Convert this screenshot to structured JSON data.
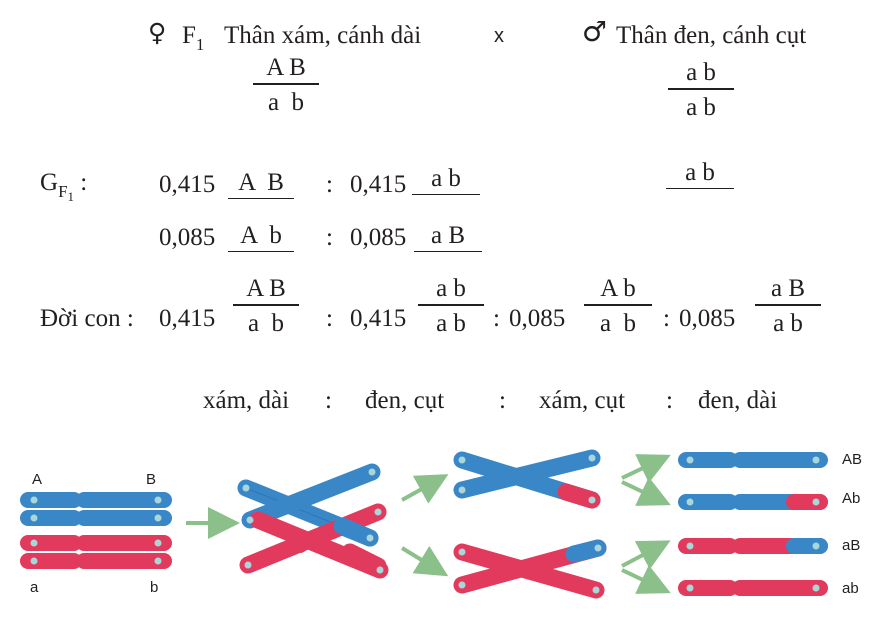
{
  "cross": {
    "female_symbol": "♀",
    "female_prefix": "F",
    "female_prefix_sub": "1",
    "female_label": "Thân xám, cánh dài",
    "times": "x",
    "male_symbol": "♂",
    "male_label": "Thân đen, cánh cụt",
    "female_genotype": {
      "top": "A B",
      "bottom": "a  b"
    },
    "male_genotype": {
      "top": "a b",
      "bottom": "a b"
    }
  },
  "gametes": {
    "label_main": "G",
    "label_sub": "F",
    "label_subsub": "1",
    "label_colon": ":",
    "female": [
      {
        "freq": "0,415",
        "genotype": "A  B"
      },
      {
        "freq": "0,415",
        "genotype": "a b"
      },
      {
        "freq": "0,085",
        "genotype": "A  b"
      },
      {
        "freq": "0,085",
        "genotype": "a B"
      }
    ],
    "separator": ":",
    "male": "a b"
  },
  "offspring": {
    "label": "Đời con :",
    "items": [
      {
        "freq": "0,415",
        "top": "A B",
        "bottom": "a  b"
      },
      {
        "freq": "0,415",
        "top": "a b",
        "bottom": "a b"
      },
      {
        "freq": "0,085",
        "top": "A b",
        "bottom": "a  b"
      },
      {
        "freq": "0,085",
        "top": "a B",
        "bottom": "a b"
      }
    ],
    "separator": ":",
    "phenotypes": [
      "xám, dài",
      "đen, cụt",
      "xám, cụt",
      "đen, dài"
    ]
  },
  "diagram": {
    "colors": {
      "parent_blue": "#3a87c8",
      "parent_red": "#e23a5c",
      "arrow_green": "#8cc08a",
      "knob": "#a9d6d9"
    },
    "left_labels": {
      "top_left": "A",
      "top_right": "B",
      "bottom_left": "a",
      "bottom_right": "b"
    },
    "result_labels": [
      "AB",
      "Ab",
      "aB",
      "ab"
    ]
  }
}
